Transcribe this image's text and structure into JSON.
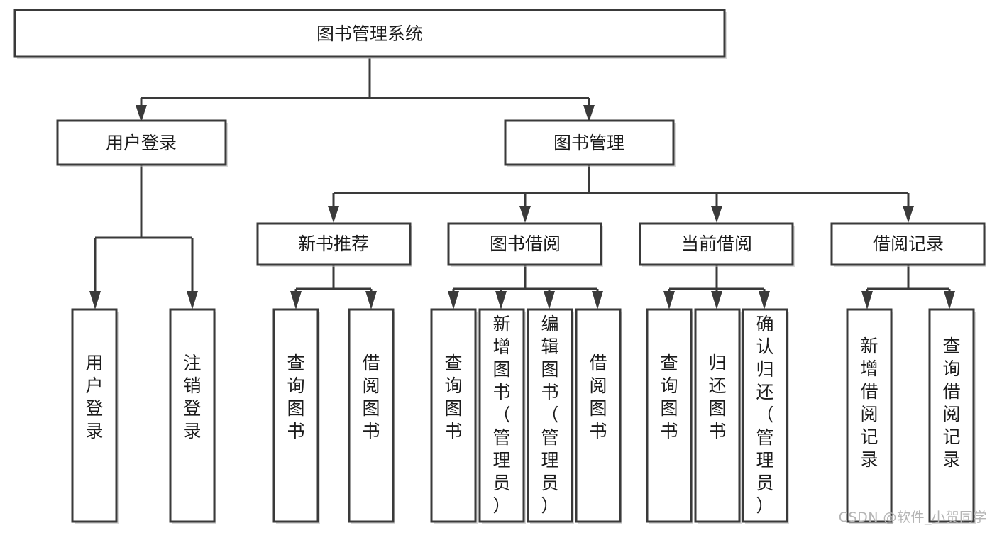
{
  "diagram": {
    "type": "tree-hierarchy-diagram",
    "title": "图书管理系统",
    "colors": {
      "box_fill": "#ffffff",
      "box_stroke": "#3a3a3a",
      "text": "#1b1b1b",
      "background": "#ffffff",
      "watermark": "#b4b4b4"
    },
    "levels": {
      "root": {
        "label": "图书管理系统"
      },
      "level2": [
        {
          "id": "user-login",
          "label": "用户登录"
        },
        {
          "id": "book-manage",
          "label": "图书管理"
        }
      ],
      "level3": [
        {
          "id": "new-book-rec",
          "label": "新书推荐"
        },
        {
          "id": "book-borrow",
          "label": "图书借阅"
        },
        {
          "id": "current-borrow",
          "label": "当前借阅"
        },
        {
          "id": "borrow-record",
          "label": "借阅记录"
        }
      ],
      "leaves": [
        {
          "id": "leaf-user-login",
          "label": "用户登录",
          "parent": "user-login"
        },
        {
          "id": "leaf-logout-login",
          "label": "注销登录",
          "parent": "user-login"
        },
        {
          "id": "leaf-query-book-1",
          "label": "查询图书",
          "parent": "new-book-rec"
        },
        {
          "id": "leaf-borrow-book-1",
          "label": "借阅图书",
          "parent": "new-book-rec"
        },
        {
          "id": "leaf-query-book-2",
          "label": "查询图书",
          "parent": "book-borrow"
        },
        {
          "id": "leaf-add-book",
          "label": "新增图书（管理员）",
          "parent": "book-borrow"
        },
        {
          "id": "leaf-edit-book",
          "label": "编辑图书（管理员）",
          "parent": "book-borrow"
        },
        {
          "id": "leaf-borrow-book-2",
          "label": "借阅图书",
          "parent": "book-borrow"
        },
        {
          "id": "leaf-query-book-3",
          "label": "查询图书",
          "parent": "current-borrow"
        },
        {
          "id": "leaf-return-book",
          "label": "归还图书",
          "parent": "current-borrow"
        },
        {
          "id": "leaf-confirm-return",
          "label": "确认归还（管理员）",
          "parent": "current-borrow"
        },
        {
          "id": "leaf-add-record",
          "label": "新增借阅记录",
          "parent": "borrow-record"
        },
        {
          "id": "leaf-query-record",
          "label": "查询借阅记录",
          "parent": "borrow-record"
        }
      ]
    }
  },
  "watermark": {
    "text": "CSDN @软件_小贺同学"
  }
}
